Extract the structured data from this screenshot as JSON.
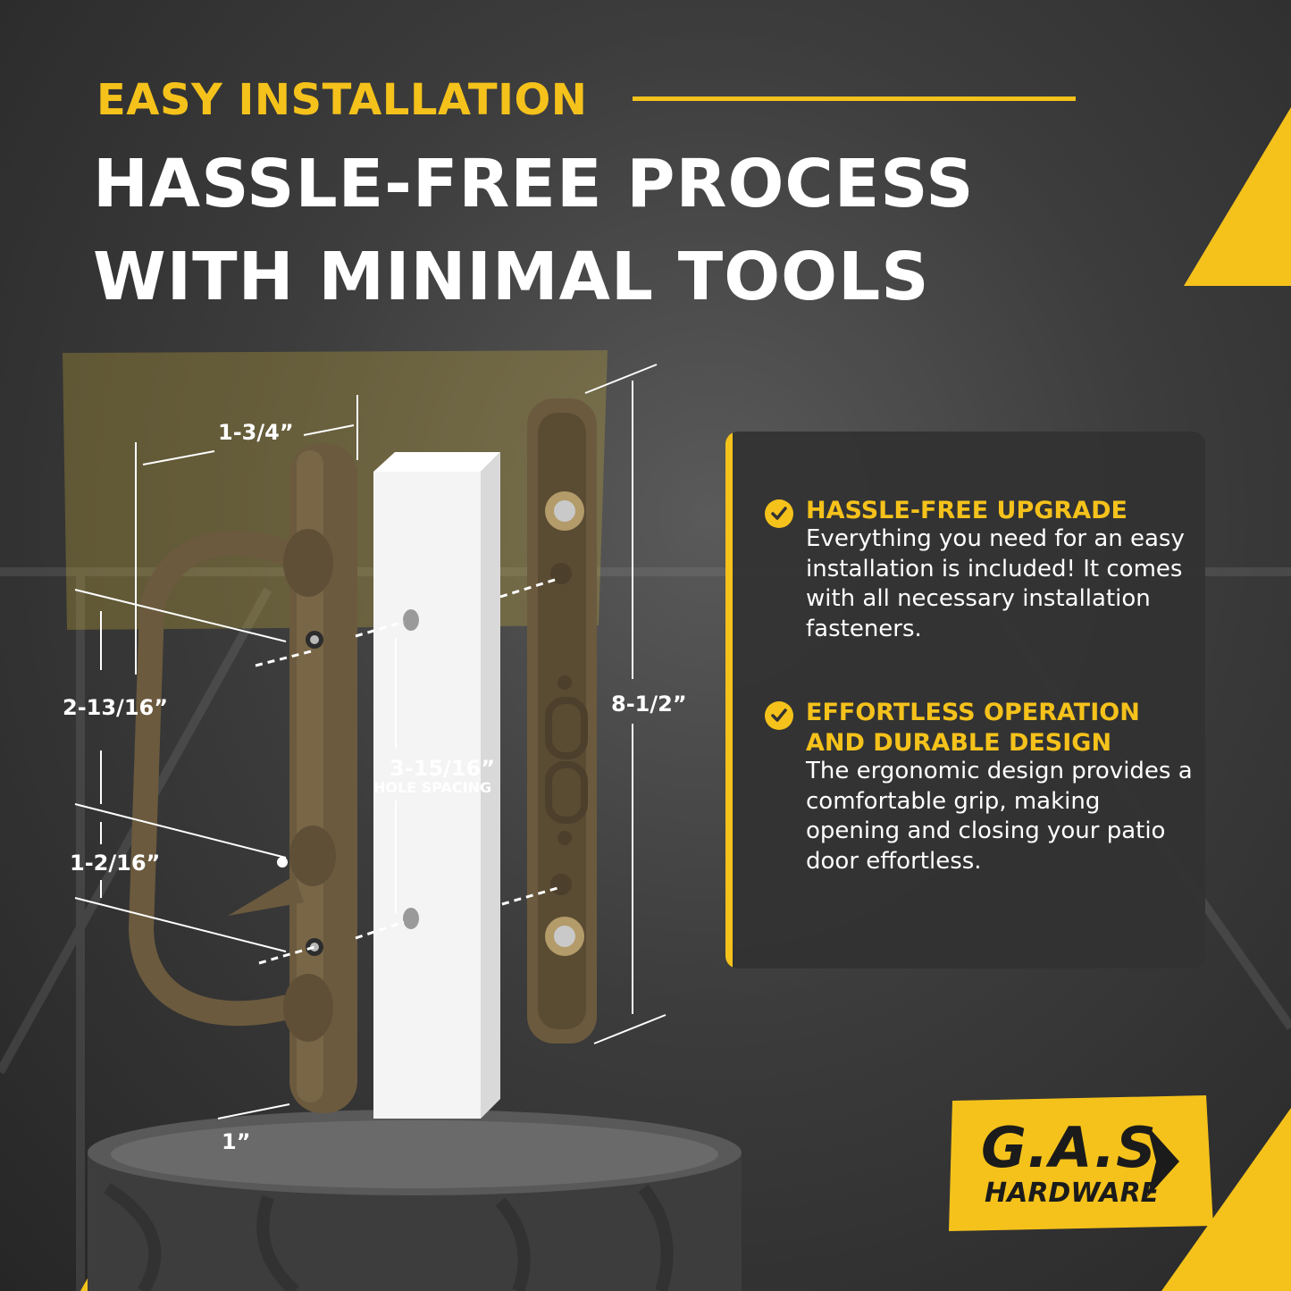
{
  "eyebrow": "EASY INSTALLATION",
  "headline": {
    "line1": "HASSLE-FREE PROCESS",
    "line2": "WITH MINIMAL TOOLS"
  },
  "dimensions": {
    "width": "1-3/4”",
    "top_offset": "2-13/16”",
    "lever_gap": "1-2/16”",
    "hole_spacing": "3-15/16”",
    "hole_spacing_label": "HOLE SPACING",
    "overall_height": "8-1/2”",
    "thickness": "1”"
  },
  "features": [
    {
      "icon": "check-circle-icon",
      "title": "HASSLE-FREE UPGRADE",
      "body": "Everything you need for an easy installation is included! It comes with all necessary installation fasteners."
    },
    {
      "icon": "check-circle-icon",
      "title": "EFFORTLESS OPERATION AND DURABLE DESIGN",
      "body": "The ergonomic design provides a comfortable grip, making opening and closing your patio door effortless."
    }
  ],
  "logo": {
    "line1": "G.A.S",
    "line2": "HARDWARE"
  },
  "colors": {
    "accent": "#f5c21b",
    "background": "#3a3a3a",
    "panel": "#323232",
    "handle": "#6b5a3e",
    "spacer": "#f4f4f4"
  }
}
